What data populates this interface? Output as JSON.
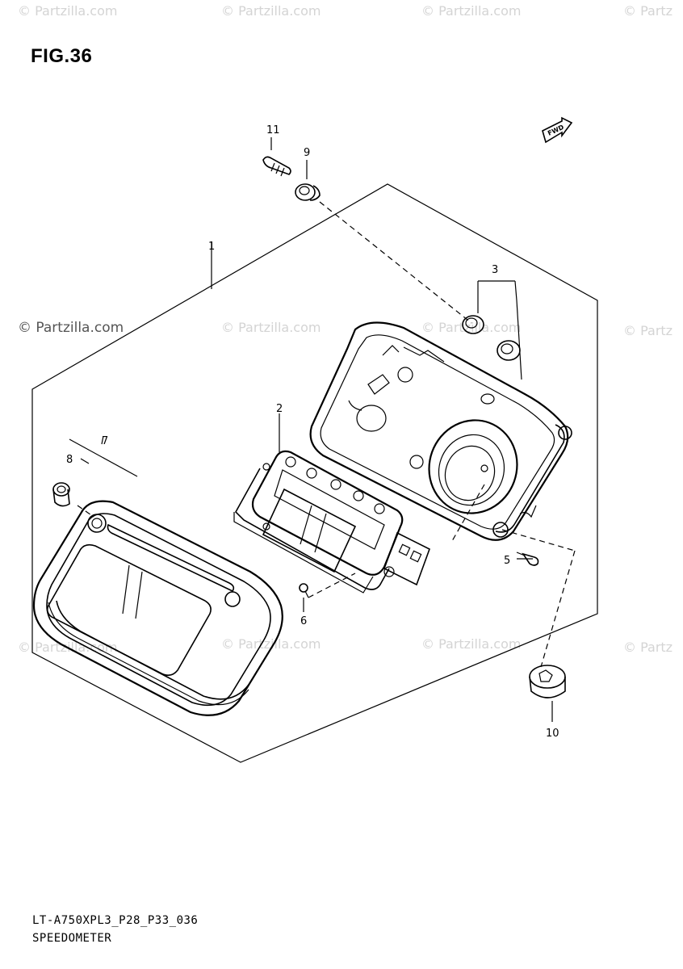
{
  "figure": {
    "title": "FIG.36"
  },
  "watermarks": {
    "text": "© Partzilla.com",
    "partial": "© Partz"
  },
  "callouts": {
    "c1": "1",
    "c2": "2",
    "c3": "3",
    "c5": "5",
    "c6": "6",
    "c7": "7",
    "c8": "8",
    "c9": "9",
    "c10": "10",
    "c11": "11"
  },
  "fwd_label": "FWD",
  "footer": {
    "code": "LT-A750XPL3_P28_P33_036",
    "name": "SPEEDOMETER"
  }
}
